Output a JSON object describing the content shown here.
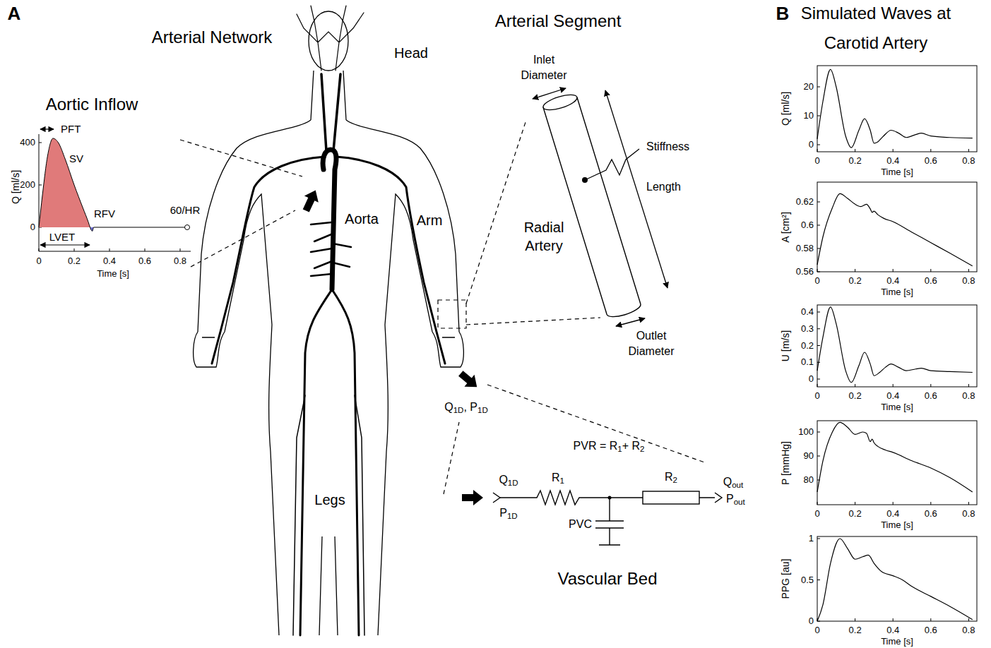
{
  "diagram": {
    "labels": [
      "A",
      "Arterial Network",
      "Head",
      "Arterial Segment",
      "B",
      "Simulated Waves at Carotid Artery",
      "Aortic Inflow",
      "Inlet Diameter",
      "Stiffness",
      "Length",
      "Radial Artery",
      "Outlet Diameter",
      "Aorta",
      "Arm",
      "Legs",
      "Q1D, P1D",
      "PVR = R1+ R2",
      "Q1D",
      "P1D",
      "R1",
      "R2",
      "Qout",
      "Pout",
      "PVC",
      "Vascular Bed",
      "PFT",
      "SV",
      "RFV",
      "60/HR",
      "LVET",
      "Q [ml/s]",
      "400",
      "200",
      "0",
      "0",
      "0.2",
      "0.4",
      "0.6",
      "0.8",
      "Time [s]",
      "Q [ml/s]",
      "20",
      "10",
      "0",
      "0",
      "0.2",
      "0.4",
      "0.6",
      "0.8",
      "Time [s]",
      "A [cm²]",
      "0.62",
      "0.6",
      "0.58",
      "0.56",
      "0",
      "0.2",
      "0.4",
      "0.6",
      "0.8",
      "Time [s]",
      "U [m/s]",
      "0.4",
      "0.3",
      "0.2",
      "0.1",
      "0",
      "0",
      "0.2",
      "0.4",
      "0.6",
      "0.8",
      "Time [s]",
      "P [mmHg]",
      "100",
      "90",
      "80",
      "0",
      "0.2",
      "0.4",
      "0.6",
      "0.8",
      "Time [s]",
      "PPG [au]",
      "1",
      "0.5",
      "0",
      "0",
      "0.2",
      "0.4",
      "0.6",
      "0.8",
      "Time [s]"
    ]
  }
}
